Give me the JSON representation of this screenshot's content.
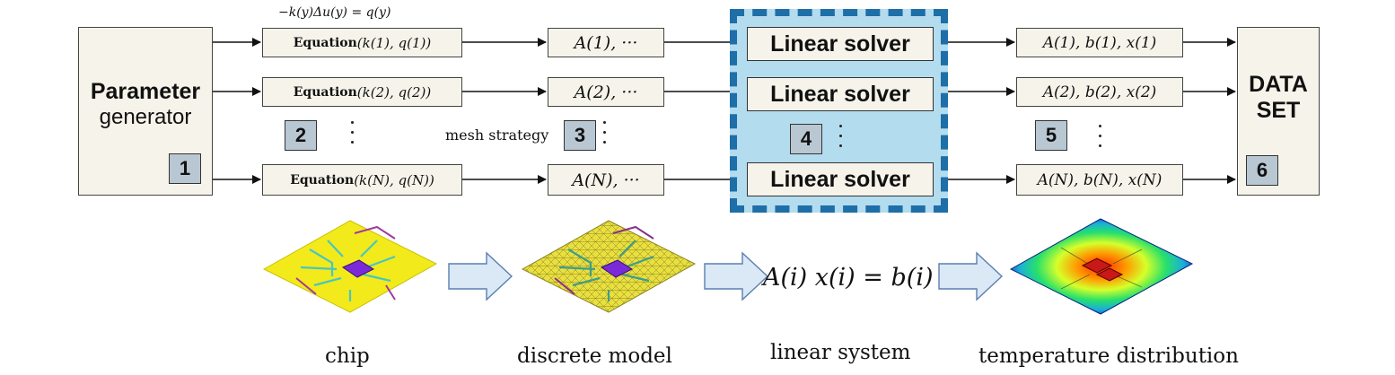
{
  "generator": {
    "title": "Parameter",
    "subtitle": "generator"
  },
  "pde_label": "−k(y)Δu(y) = q(y)",
  "equations": [
    {
      "word": "Equation",
      "args": "(k(1), q(1))"
    },
    {
      "word": "Equation",
      "args": "(k(2), q(2))"
    },
    {
      "word": "Equation",
      "args": "(k(N), q(N))"
    }
  ],
  "matrices": [
    "A(1), ···",
    "A(2), ···",
    "A(N), ···"
  ],
  "solvers": [
    "Linear solver",
    "Linear solver",
    "Linear solver"
  ],
  "outputs": [
    "A(1), b(1), x(1)",
    "A(2), b(2), x(2)",
    "A(N), b(N), x(N)"
  ],
  "dataset": {
    "line1": "DATA",
    "line2": "SET"
  },
  "mesh_label": "mesh strategy",
  "badges": [
    "1",
    "2",
    "3",
    "4",
    "5",
    "6"
  ],
  "linear_system_formula": "A(i) x(i) = b(i)",
  "bottom_labels": [
    "chip",
    "discrete model",
    "linear system",
    "temperature distribution"
  ],
  "colors": {
    "box_fill": "#f6f4ea",
    "badge_fill": "#b9c7d3",
    "solver_panel": "#b4dcef",
    "solver_dash": "#1e6ea8",
    "chip_yellow": "#f2ea1a",
    "chip_purple": "#7a2bd9",
    "flow_arrow": "#dbe8f6"
  },
  "icons": [
    "right-arrow",
    "block-arrow",
    "vertical-ellipsis"
  ]
}
